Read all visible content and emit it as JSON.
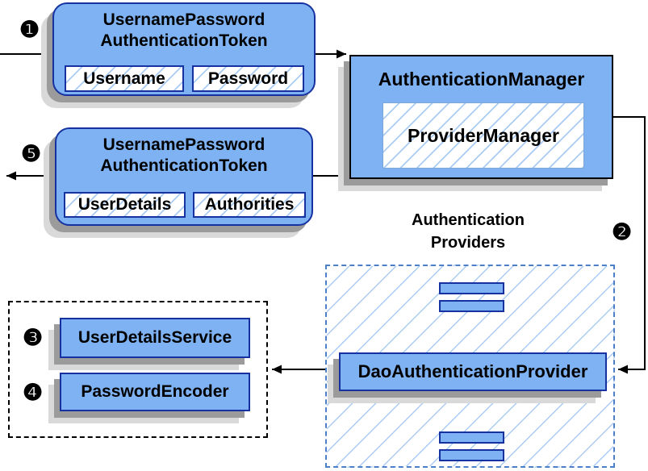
{
  "colors": {
    "node_fill": "#7EB2F2",
    "node_border": "#1632A0",
    "hatch_line": "#A9CBF4",
    "dash_blue": "#4D7FC8",
    "shadow_dark": "#9B9B9B",
    "shadow_light": "#D9D9D9",
    "arrow": "#000000"
  },
  "badges": {
    "step1": "❶",
    "step2": "❷",
    "step3": "❸",
    "step4": "❹",
    "step5": "❺"
  },
  "token_request": {
    "title_line1": "UsernamePassword",
    "title_line2": "AuthenticationToken",
    "fields": [
      "Username",
      "Password"
    ]
  },
  "token_response": {
    "title_line1": "UsernamePassword",
    "title_line2": "AuthenticationToken",
    "fields": [
      "UserDetails",
      "Authorities"
    ]
  },
  "authentication_manager": {
    "label": "AuthenticationManager",
    "inner_label": "ProviderManager"
  },
  "providers": {
    "heading_line1": "Authentication",
    "heading_line2": "Providers",
    "dao_label": "DaoAuthenticationProvider"
  },
  "services": {
    "user_details_service": "UserDetailsService",
    "password_encoder": "PasswordEncoder"
  }
}
